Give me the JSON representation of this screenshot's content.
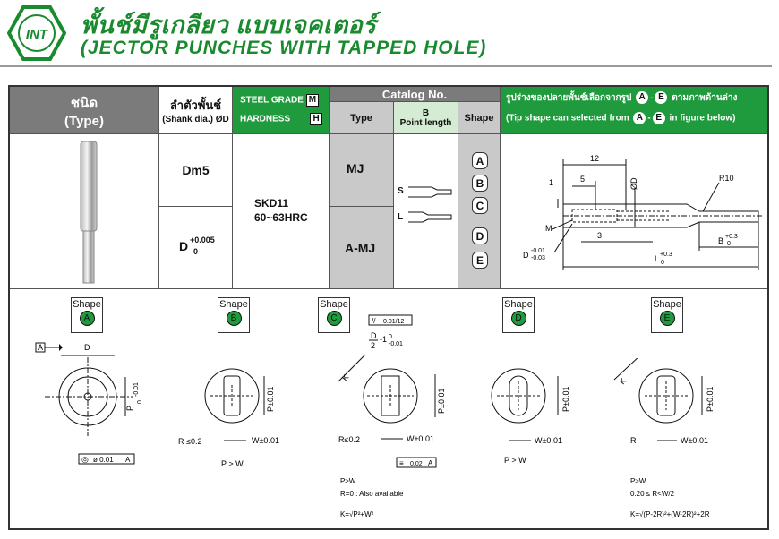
{
  "header": {
    "logo_text": "INT",
    "title_thai": "พั้นช์มีรูเกลียว แบบเจคเตอร์",
    "title_english": "(JECTOR PUNCHES WITH TAPPED HOLE)"
  },
  "table": {
    "type_th": "ชนิด",
    "type_en": "(Type)",
    "shank_th": "ลำตัวพั้นช์",
    "shank_en": "(Shank dia.) ØD",
    "steel_grade": "STEEL GRADE",
    "steel_grade_letter": "M",
    "hardness": "HARDNESS",
    "hardness_letter": "H",
    "catalog_no": "Catalog No.",
    "col_type": "Type",
    "col_b": "B",
    "col_point_length": "Point length",
    "col_shape": "Shape",
    "tip_th_pre": "รูปร่างของปลายพั้นช์เลือกจากรูป",
    "tip_th_post": "ตามภาพด้านล่าง",
    "tip_en_pre": "(Tip shape can selected from",
    "tip_en_post": "in figure below)",
    "tip_letter_a": "A",
    "tip_letter_e": "E",
    "shank_dm5": "Dm5",
    "shank_d": "D",
    "shank_tol_upper": "+0.005",
    "shank_tol_lower": "0",
    "material": "SKD11",
    "hardness_value": "60~63HRC",
    "type_mj": "MJ",
    "type_amj": "A-MJ",
    "point_s": "S",
    "point_l": "L",
    "shapes": [
      "A",
      "B",
      "C",
      "D",
      "E"
    ]
  },
  "dimension_drawing": {
    "dim_12": "12",
    "dim_5": "5",
    "dim_1": "1",
    "dim_od": "ØD",
    "dim_r10": "R10",
    "dim_m": "M",
    "dim_3": "3",
    "dim_d_tol": "D",
    "dim_d_tol_upper": "-0.01",
    "dim_d_tol_lower": "-0.03",
    "dim_l": "L",
    "dim_l_tol_upper": "+0.3",
    "dim_l_tol_lower": "0",
    "dim_b": "B",
    "dim_b_tol_upper": "+0.3",
    "dim_b_tol_lower": "0"
  },
  "shapes_section": {
    "shape_label": "Shape",
    "a": {
      "letter": "A",
      "datum": "A",
      "dim_d": "D",
      "dim_p": "P",
      "p_tol_upper": "0",
      "p_tol_lower": "-0.01",
      "concentricity": "◎",
      "conc_value": "ø 0.01",
      "conc_ref": "A"
    },
    "b": {
      "letter": "B",
      "dim_r": "R ≤0.2",
      "dim_w": "W±0.01",
      "dim_p": "P±0.01",
      "note": "P > W"
    },
    "c": {
      "letter": "C",
      "par_symbol": "//",
      "par_value": "0.01/12",
      "frac_num": "D",
      "frac_den": "2",
      "frac_tol": "-1",
      "frac_tol_upper": "0",
      "frac_tol_lower": "-0.01",
      "dim_k": "K",
      "dim_r": "R≤0.2",
      "dim_w": "W±0.01",
      "dim_p": "P±0.01",
      "sym_value": "0.02",
      "sym_ref": "A",
      "note1": "P≥W",
      "note2": "R=0 : Also available",
      "formula": "K=√P²+W²"
    },
    "d": {
      "letter": "D",
      "dim_w": "W±0.01",
      "dim_p": "P±0.01",
      "note": "P > W"
    },
    "e": {
      "letter": "E",
      "dim_k": "K",
      "dim_r": "R",
      "dim_w": "W±0.01",
      "dim_p": "P±0.01",
      "note1": "P≥W",
      "note2": "0.20 ≤ R<W/2",
      "formula": "K=√(P-2R)²+(W-2R)²+2R"
    }
  },
  "colors": {
    "accent_green": "#1f9a3c",
    "header_gray": "#7b7b7b",
    "light_gray": "#c9c9c9",
    "light_green": "#d4ecd4"
  }
}
